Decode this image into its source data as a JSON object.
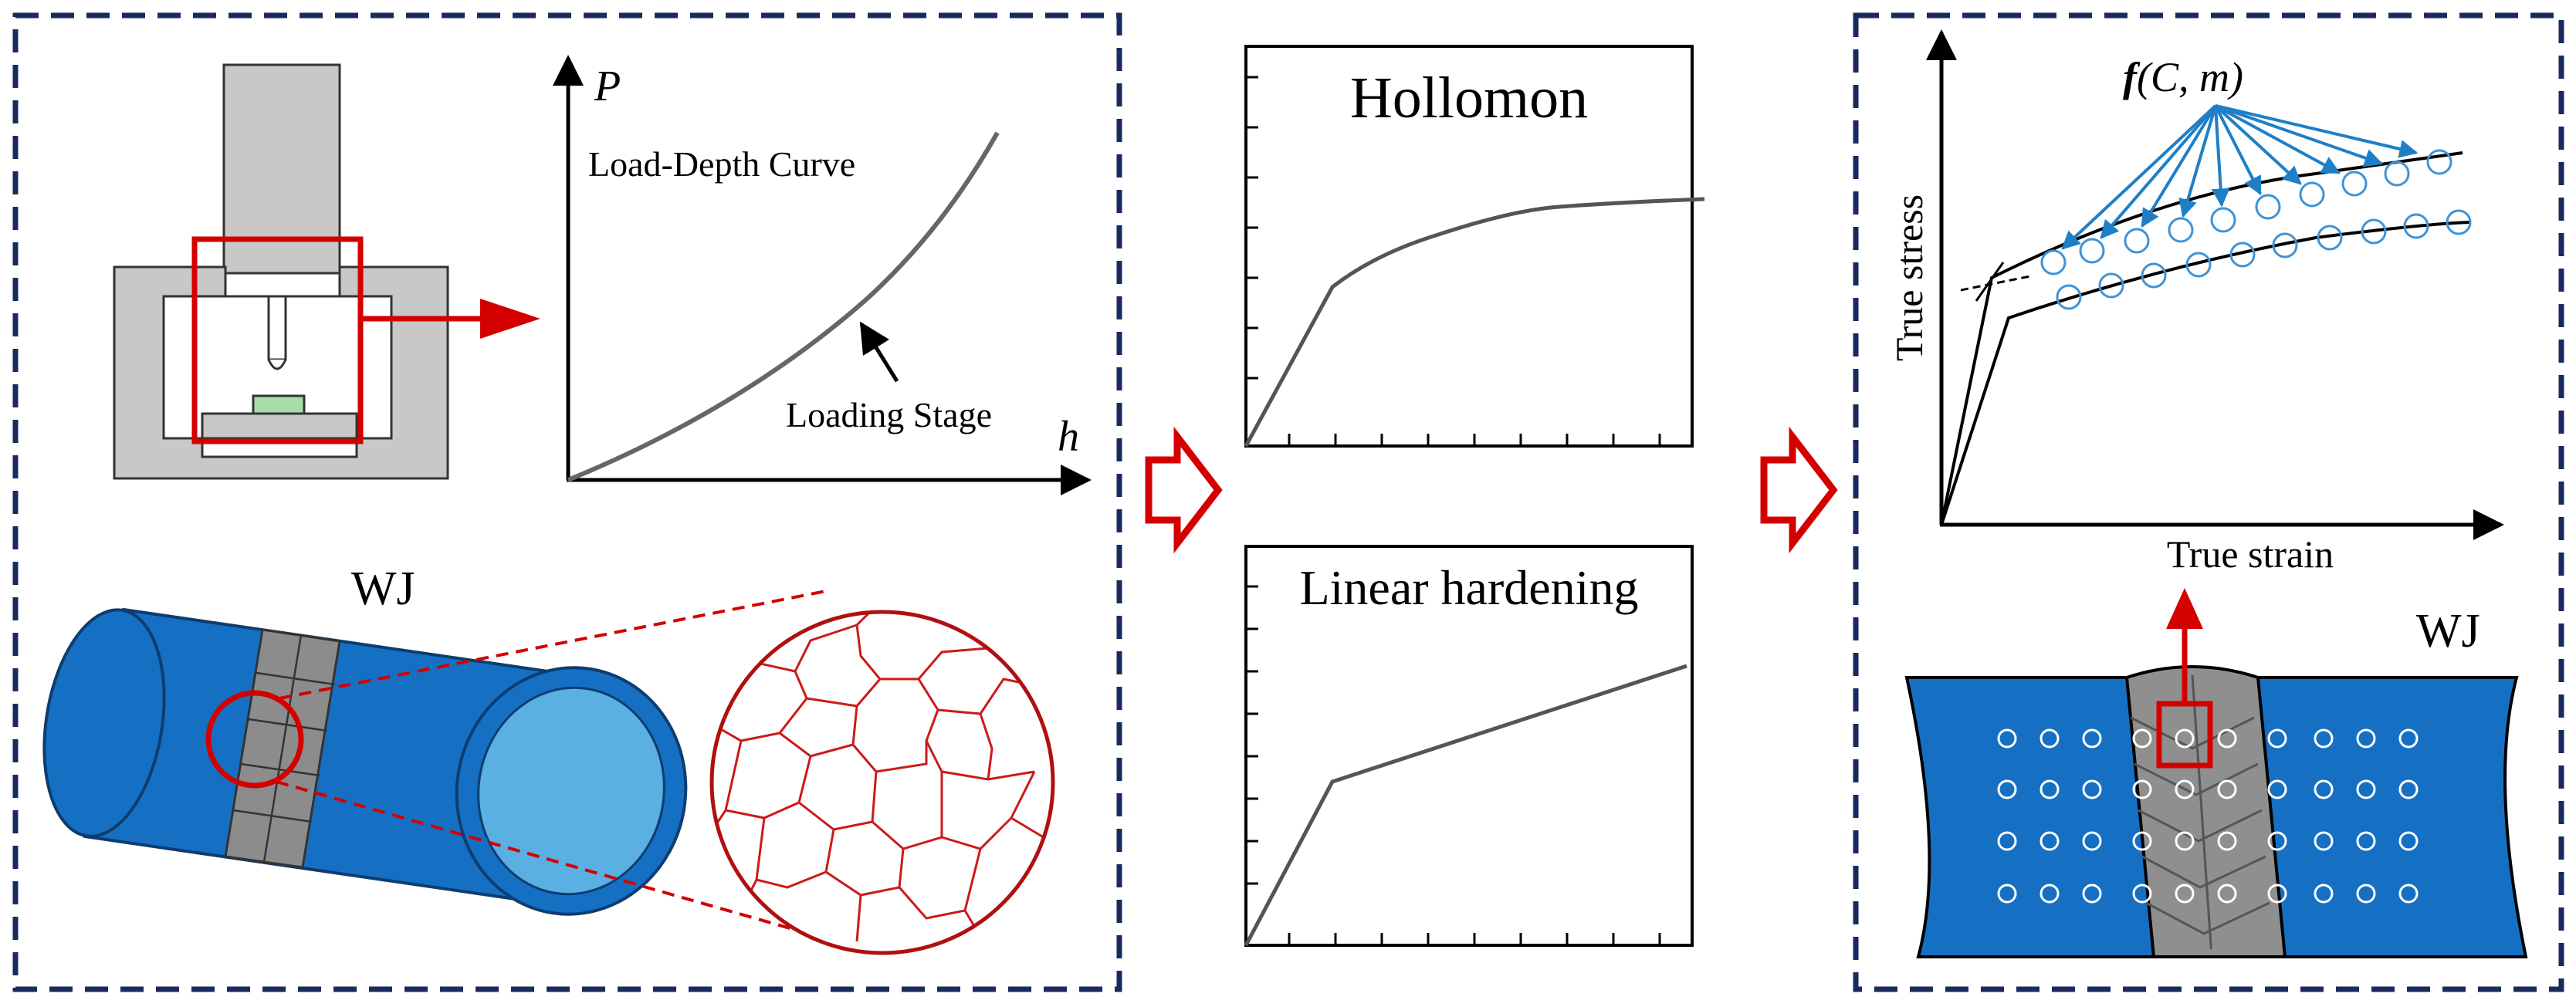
{
  "left_panel": {
    "axis_p": "P",
    "axis_h": "h",
    "curve_label": "Load-Depth Curve",
    "stage_label": "Loading Stage",
    "pipe_label": "WJ"
  },
  "middle_panel": {
    "top_title": "Hollomon",
    "bottom_title": "Linear hardening"
  },
  "right_panel": {
    "function_label_f": "f",
    "function_label_args": "(C,  m)",
    "ylabel": "True stress",
    "xlabel": "True strain",
    "weld_label": "WJ"
  },
  "colors": {
    "frame_dashed": "#1a2a5e",
    "highlight_red": "#d40000",
    "grain_red": "#cc1a1a",
    "pipe_blue": "#1570c4",
    "pipe_inner": "#5aafe3",
    "weld_gray": "#8f8f8f",
    "arrow_blue": "#1e7fc7",
    "specimen_green": "#a8dca8",
    "curve_gray": "#555555"
  }
}
